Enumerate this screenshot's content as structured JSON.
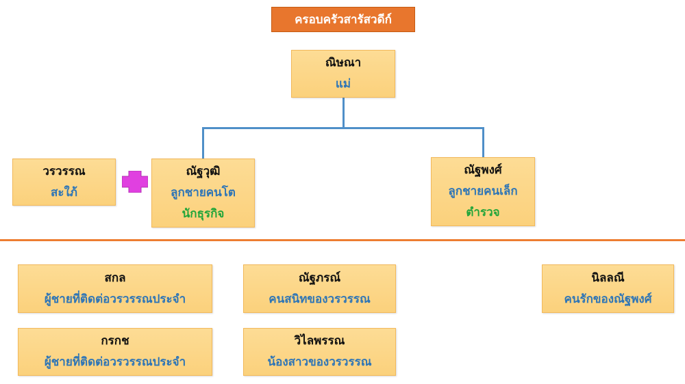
{
  "title": "ครอบครัวสารัสวดีก์",
  "colors": {
    "title_bg": "#E8762D",
    "box_bg": "#FDDC95",
    "role": "#2E75B6",
    "job": "#22A53A",
    "connector": "#4F8FC8",
    "separator": "#ED7D31",
    "plus": "#E040E0"
  },
  "family": {
    "mother": {
      "name": "ณิษณา",
      "role": "แม่"
    },
    "wife": {
      "name": "วรวรรณ",
      "role": "สะใภ้"
    },
    "eldest": {
      "name": "ณัฐวุฒิ",
      "role": "ลูกชายคนโต",
      "job": "นักธุรกิจ"
    },
    "youngest": {
      "name": "ณัฐพงศ์",
      "role": "ลูกชายคนเล็ก",
      "job": "ตำรวจ"
    }
  },
  "others": [
    {
      "name": "สกล",
      "role": "ผู้ชายที่ติดต่อวรวรรณประจำ"
    },
    {
      "name": "กรกช",
      "role": "ผู้ชายที่ติดต่อวรวรรณประจำ"
    },
    {
      "name": "ณัฐภรณ์",
      "role": "คนสนิทของวรวรรณ"
    },
    {
      "name": "วิไลพรรณ",
      "role": "น้องสาวของวรวรรณ"
    },
    {
      "name": "นิลลณี",
      "role": "คนรักของณัฐพงศ์"
    }
  ]
}
